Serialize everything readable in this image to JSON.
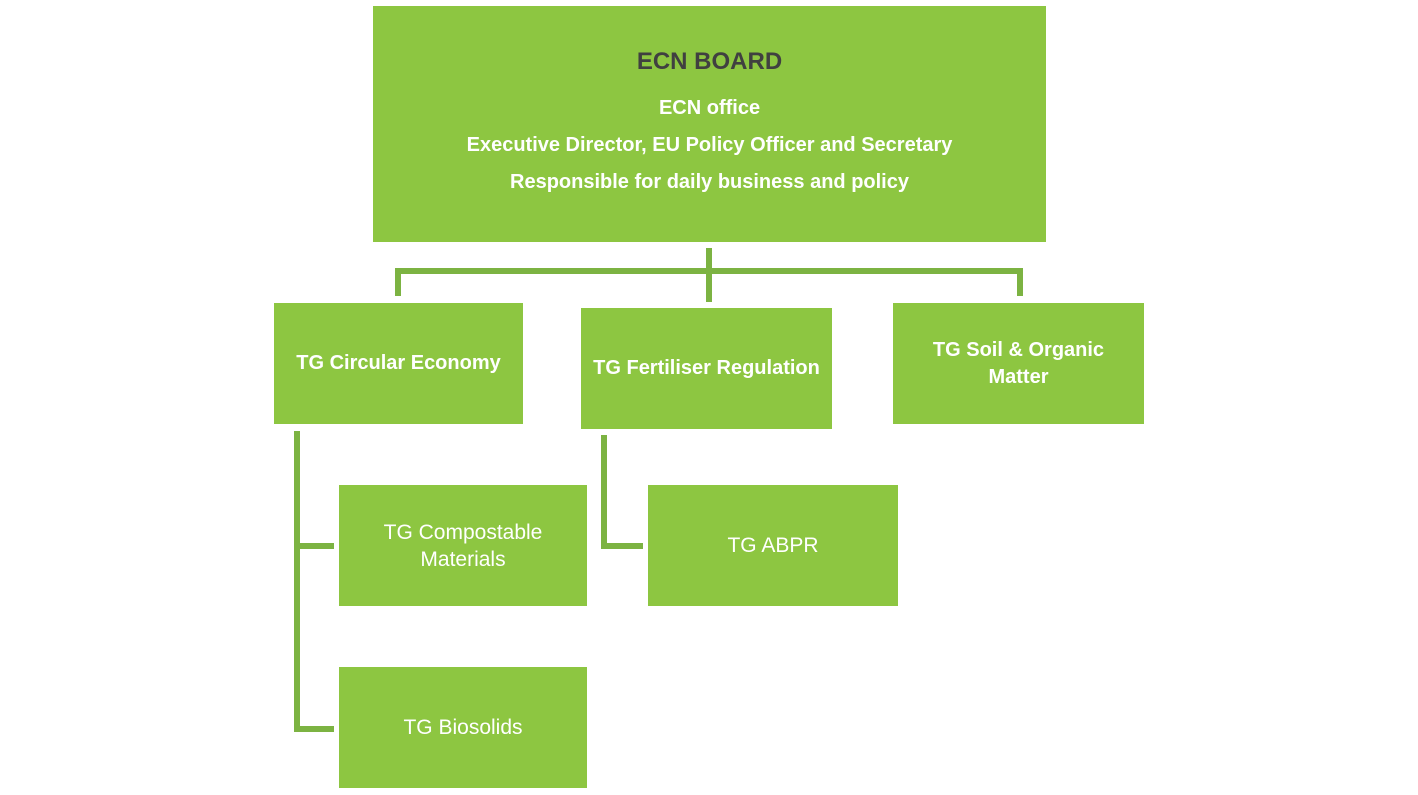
{
  "colors": {
    "box_fill": "#8dc641",
    "connector": "#7cb342",
    "title_text": "#404040",
    "body_text": "#ffffff"
  },
  "board": {
    "title": "ECN BOARD",
    "lines": [
      "ECN office",
      "Executive Director, EU Policy Officer and Secretary",
      "Responsible for daily business and policy"
    ]
  },
  "groups": [
    "TG Circular Economy",
    "TG Fertiliser Regulation",
    "TG Soil & Organic Matter"
  ],
  "subgroups": {
    "circular_economy": [
      "TG Compostable Materials",
      "TG Biosolids"
    ],
    "fertiliser_regulation": [
      "TG ABPR"
    ]
  }
}
